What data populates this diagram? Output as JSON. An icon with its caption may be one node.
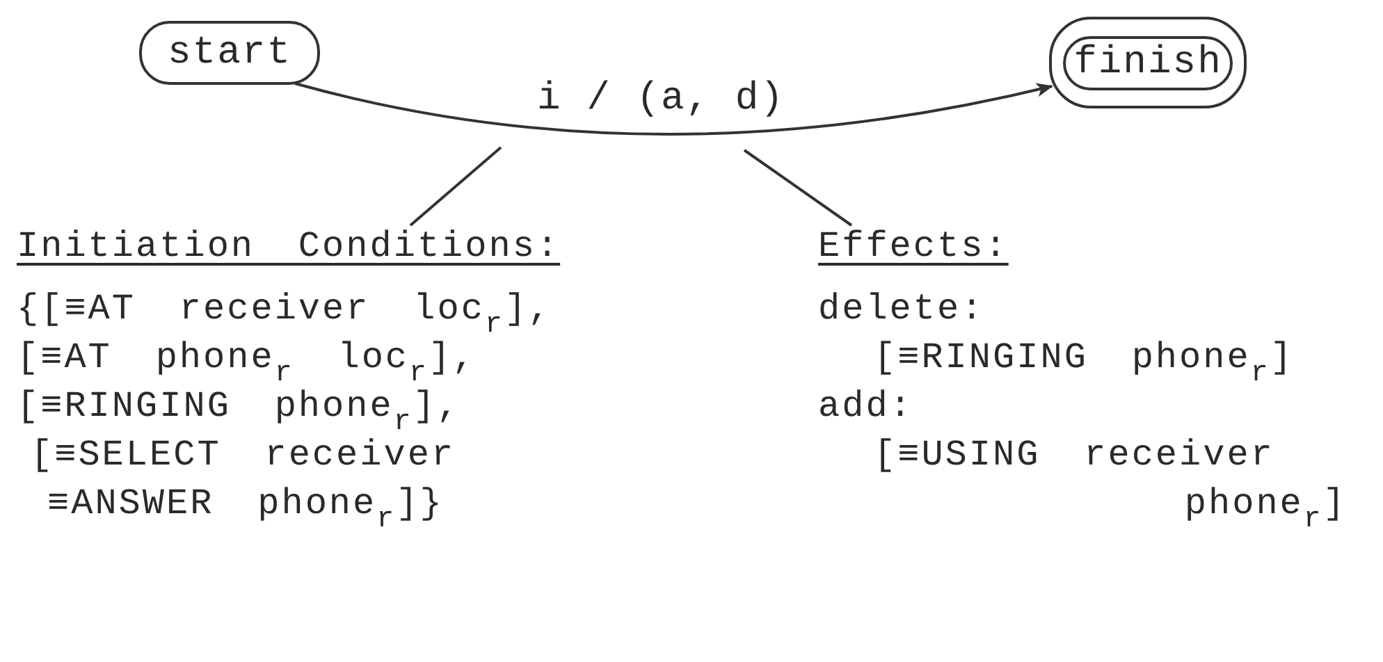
{
  "diagram": {
    "nodes": [
      {
        "text": [
          "start"
        ]
      },
      {
        "text": [
          "finish"
        ]
      },
      {
        "text": [
          "Initiation Conditions:",
          "{[≡AT receiver loc$_{r}$],",
          "[≡AT phone$_{r}$ loc$_{r}$],",
          "[≡RINGING phone$_{r}$],",
          "[≡SELECT receiver ≡ANSWER phone$_{r}$]}"
        ]
      },
      {
        "text": [
          "Effects:",
          "delete:",
          "[≡RINGING phone$_{r}$]",
          "add:",
          "[≡USING receiver phone$_{r}$]"
        ]
      }
    ],
    "edges": [
      {
        "from": 0,
        "to": 1,
        "arrow": "to",
        "label": "i / (a, d)"
      },
      {
        "from": 2,
        "to": null,
        "arrow": "none"
      },
      {
        "from": 3,
        "to": null,
        "arrow": "none"
      }
    ]
  }
}
